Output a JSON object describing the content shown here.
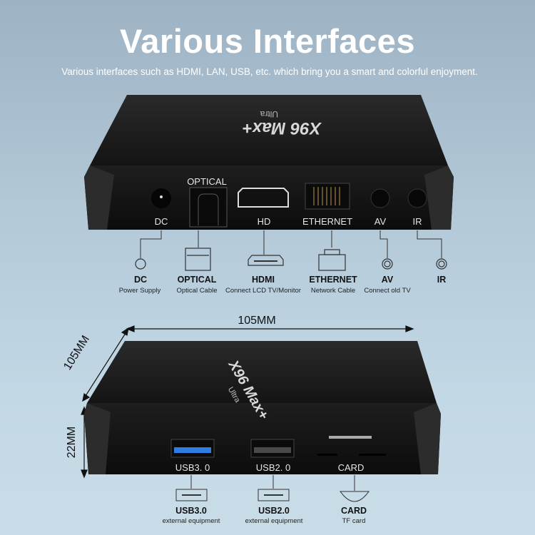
{
  "header": {
    "title": "Various Interfaces",
    "subtitle": "Various interfaces such as HDMI, LAN, USB, etc. which bring you a smart and colorful enjoyment."
  },
  "product": {
    "logo": "X96 Max+",
    "logo_sub": "Ultra"
  },
  "rear_panel": {
    "port_labels": {
      "optical": "OPTICAL",
      "dc": "DC",
      "hd": "HD",
      "ethernet": "ETHERNET",
      "av": "AV",
      "ir": "IR"
    },
    "interfaces": [
      {
        "name": "DC",
        "desc": "Power Supply",
        "icon": "dc-jack-icon"
      },
      {
        "name": "OPTICAL",
        "desc": "Optical Cable",
        "icon": "optical-port-icon"
      },
      {
        "name": "HDMI",
        "desc": "Connect LCD TV/Monitor",
        "icon": "hdmi-port-icon"
      },
      {
        "name": "ETHERNET",
        "desc": "Network Cable",
        "icon": "ethernet-port-icon"
      },
      {
        "name": "AV",
        "desc": "Connect old TV",
        "icon": "av-jack-icon"
      },
      {
        "name": "IR",
        "desc": "",
        "icon": "ir-receiver-icon"
      }
    ]
  },
  "dimensions": {
    "width": "105MM",
    "depth": "105MM",
    "height": "22MM"
  },
  "side_panel": {
    "port_labels": {
      "usb3": "USB3. 0",
      "usb2": "USB2. 0",
      "card": "CARD"
    },
    "interfaces": [
      {
        "name": "USB3.0",
        "desc": "external equipment",
        "icon": "usb-port-icon"
      },
      {
        "name": "USB2.0",
        "desc": "external equipment",
        "icon": "usb-port-icon"
      },
      {
        "name": "CARD",
        "desc": "TF card",
        "icon": "tf-card-icon"
      }
    ]
  },
  "colors": {
    "usb3_blue": "#2f7de0",
    "box": "#1a1a1a"
  }
}
